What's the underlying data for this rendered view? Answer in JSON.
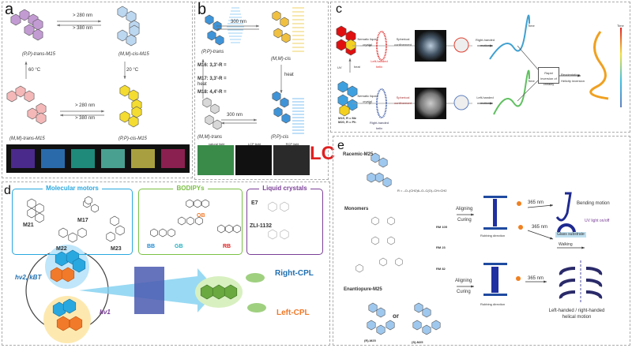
{
  "panels": {
    "a": {
      "label": "a",
      "arrow_top_1": "> 280 nm",
      "arrow_top_2": "> 380 nm",
      "arrow_bot_1": "> 280 nm",
      "arrow_bot_2": "> 380 nm",
      "left_temp": "60 °C",
      "right_temp": "20 °C",
      "pp_trans": "(P,P)-trans-M15",
      "mm_cis": "(M,M)-cis-M15",
      "mm_trans": "(M,M)-trans-M15",
      "pp_cis": "(P,P)-cis-M15",
      "strip_colors": [
        "#4a2a8a",
        "#2a6aaa",
        "#1f8a7a",
        "#4aa090",
        "#a8a040",
        "#8a2050"
      ]
    },
    "b": {
      "label": "b",
      "top_arrow": "300 nm",
      "bottom_arrow": "300 nm",
      "pp_trans": "(P,P)-trans",
      "mm_cis": "(M,M)-cis",
      "mm_trans": "(M,M)-trans",
      "pp_cis": "(P,P)-cis",
      "heat_left": "heat",
      "heat_right": "heat",
      "m16": "M16: 3,3'-R = ",
      "m17": "M17: 3,3'-R = ",
      "m18": "M18: 4,4'-R = ",
      "images": [
        "natural light",
        "LCP light",
        "RCP light"
      ]
    },
    "c": {
      "label": "c",
      "uv": "UV",
      "heat": "heat",
      "m19": "M19, R = Me",
      "m20": "M20, R = Ph",
      "top": {
        "lc": "Nematic liquid crystal",
        "helix": "Left-handed helix",
        "conf": "Spherical confinement",
        "motion": "Right-handed motion",
        "time": "Time"
      },
      "bottom": {
        "lc": "Nematic liquid crystal",
        "helix": "Right-handed helix",
        "conf": "Spherical confinement",
        "motion": "Left-handed motion",
        "time": "Time"
      },
      "inversion_box": "Rapid inversion of chirality",
      "reorientation": "Reorientation",
      "helicity": "Helicity inversion",
      "colorbar_label": "Time"
    },
    "lc_label": "LC",
    "d": {
      "label": "d",
      "motors_title": "Molecular motors",
      "bodipy_title": "BODIPYs",
      "lc_title": "Liquid crystals",
      "motors": [
        "M21",
        "M17",
        "M22",
        "M23"
      ],
      "bodipys": [
        "BB",
        "GB",
        "OB",
        "RB"
      ],
      "lcs": [
        "E7",
        "ZLI-1132"
      ],
      "hv2": "hν2, kBT",
      "hv1": "hν1",
      "right_cpl": "Right-CPL",
      "left_cpl": "Left-CPL"
    },
    "e": {
      "label": "e",
      "racemic": "Racemic-M25",
      "r_def": "R = –O–(CH2)6–O–C(O)–CH=CH2",
      "monomers": "Monomers",
      "rm": [
        "RM 105",
        "RM 23",
        "RM 82"
      ],
      "aligning": "Aligning",
      "curing": "Curing",
      "aligning2": "Aligning",
      "curing2": "Curing",
      "rubbing1": "Rubbing direction",
      "rubbing2": "Rubbing direction",
      "nm1": "365 nm",
      "nm2": "365 nm",
      "nm3": "365 nm",
      "bending": "Bending motion",
      "uv_onoff": "UV light on/off",
      "glass": "Glass substrate",
      "walking": "Walking",
      "enantiopure": "Enantiopure-M25",
      "or": "or",
      "r_m25": "(R)-M25",
      "s_m25": "(S)-M25",
      "helical1": "Left-handed / right-handed",
      "helical2": "helical motion"
    }
  },
  "colors": {
    "blue": "#29a8e0",
    "green": "#7ac143",
    "purple": "#7b3f98",
    "red": "#e02020",
    "orange": "#f07a2a",
    "dark_blue": "#1f6fb0"
  }
}
